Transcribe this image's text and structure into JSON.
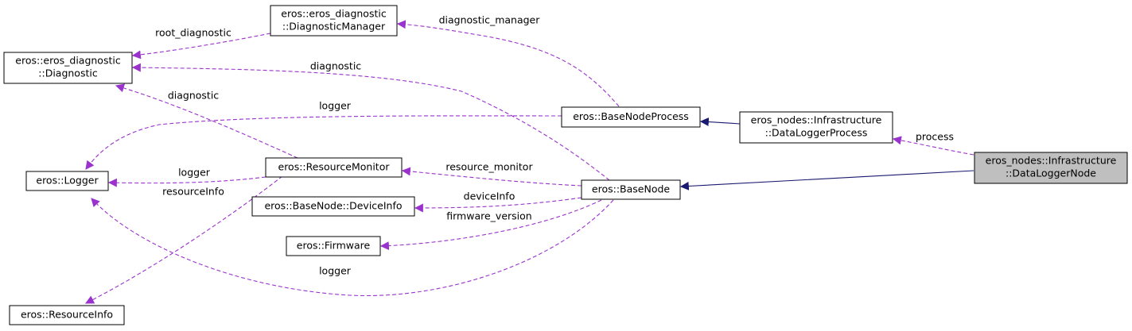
{
  "colors": {
    "association": "#9a32cd",
    "inheritance": "#191970",
    "focus_fill": "#bfbfbf"
  },
  "nodes": {
    "diagnostic_manager": [
      "eros::eros_diagnostic",
      "::DiagnosticManager"
    ],
    "diagnostic": [
      "eros::eros_diagnostic",
      "::Diagnostic"
    ],
    "logger": [
      "eros::Logger"
    ],
    "resource_info": [
      "eros::ResourceInfo"
    ],
    "resource_monitor": [
      "eros::ResourceMonitor"
    ],
    "device_info": [
      "eros::BaseNode::DeviceInfo"
    ],
    "firmware": [
      "eros::Firmware"
    ],
    "base_node_process": [
      "eros::BaseNodeProcess"
    ],
    "base_node": [
      "eros::BaseNode"
    ],
    "data_logger_process": [
      "eros_nodes::Infrastructure",
      "::DataLoggerProcess"
    ],
    "data_logger_node": [
      "eros_nodes::Infrastructure",
      "::DataLoggerNode"
    ]
  },
  "edges": {
    "root_diagnostic": "root_diagnostic",
    "diagnostic_manager": "diagnostic_manager",
    "diagnostic_from_base_node": "diagnostic",
    "diagnostic_from_resource_monitor": "diagnostic",
    "logger_from_process": "logger",
    "logger_from_resource_monitor": "logger",
    "resource_info": "resourceInfo",
    "resource_monitor": "resource_monitor",
    "device_info": "deviceInfo",
    "firmware_version": "firmware_version",
    "logger_from_base_node": "logger",
    "process": "process"
  }
}
